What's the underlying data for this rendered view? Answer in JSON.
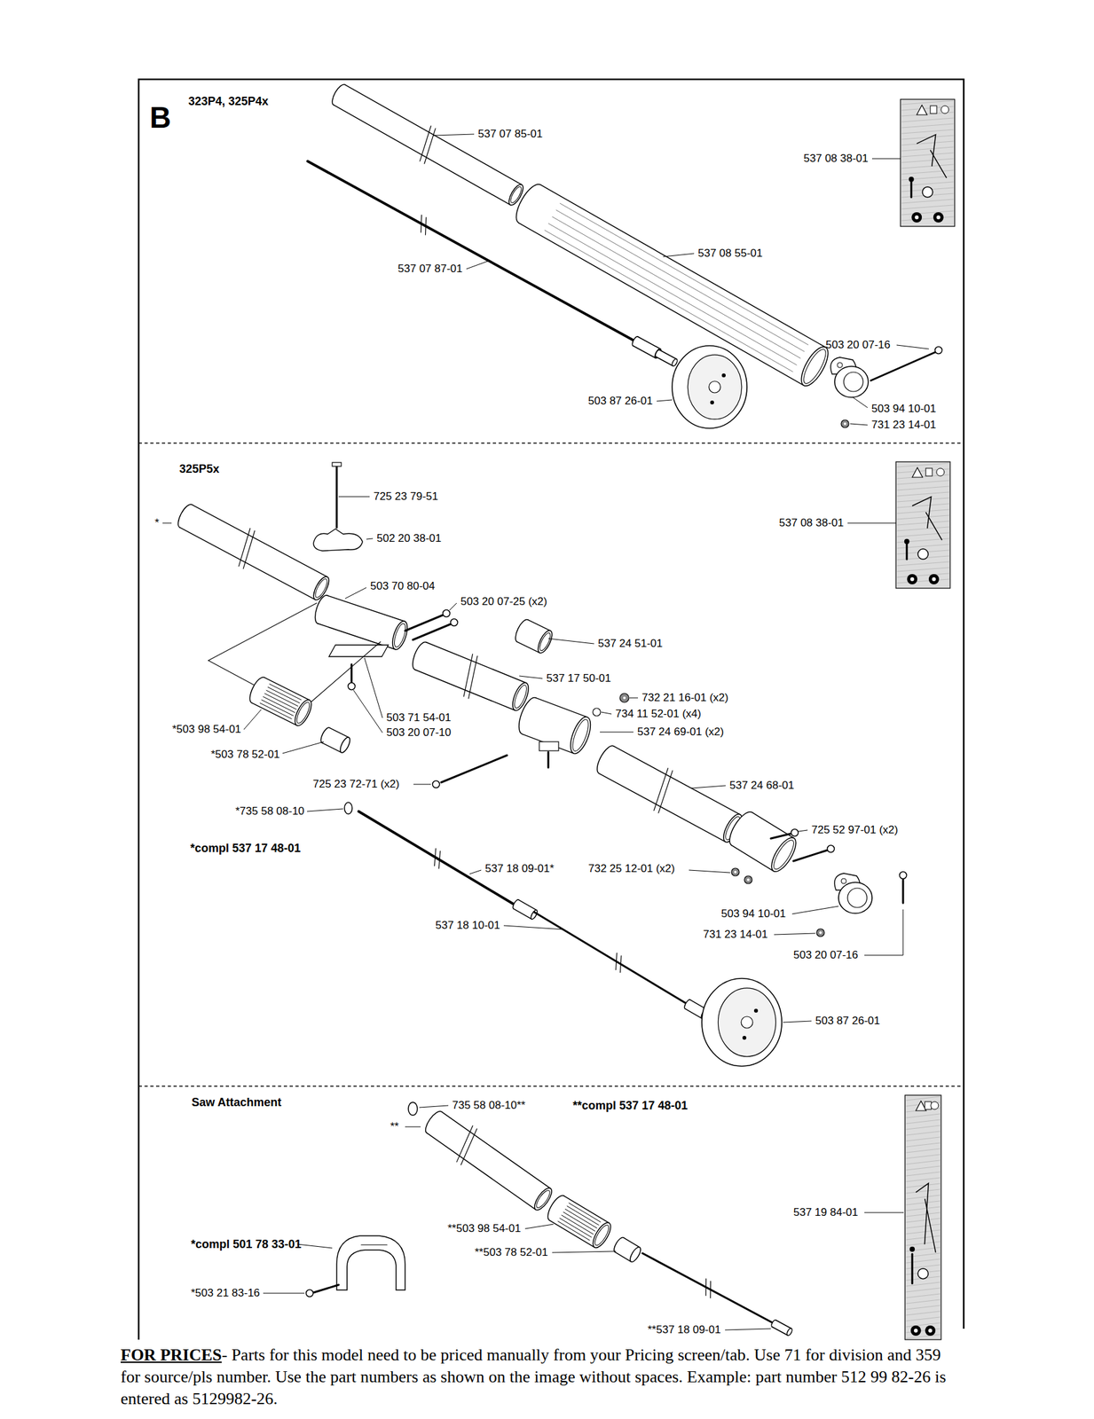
{
  "diagram": {
    "labels": [
      "B",
      "323P4, 325P4x",
      "537 07 85-01",
      "537 08 38-01",
      "537 08 55-01",
      "537 07 87-01",
      "503 20 07-16",
      "503 87 26-01",
      "503 94 10-01",
      "731 23 14-01",
      "325P5x",
      "725 23 79-51",
      "537 08 38-01",
      "*",
      "502 20 38-01",
      "503 70 80-04",
      "503 20 07-25 (x2)",
      "537 24 51-01",
      "537 17 50-01",
      "732 21 16-01 (x2)",
      "734 11 52-01 (x4)",
      "537 24 69-01 (x2)",
      "*503 98 54-01",
      "503 71 54-01",
      "503 20 07-10",
      "*503 78 52-01",
      "725 23 72-71 (x2)",
      "537 24 68-01",
      "*735 58 08-10",
      "725 52 97-01 (x2)",
      "*compl 537 17 48-01",
      "537 18 09-01*",
      "732 25 12-01 (x2)",
      "503 94 10-01",
      "537 18 10-01",
      "731 23 14-01",
      "503 20 07-16",
      "503 87 26-01",
      "Saw Attachment",
      "735 58 08-10**",
      "**compl 537 17 48-01",
      "**",
      "537 19 84-01",
      "**503 98 54-01",
      "*compl 501 78 33-01",
      "**503 78 52-01",
      "*503 21 83-16",
      "**537 18 09-01",
      "FOR PRICES",
      "- Parts for this model need to be priced manually from your Pricing screen/tab. Use 71 for division and 359 for source/pls number. Use the part numbers as shown on the image without spaces. Example: part number 512 99 82-26 is entered as 5129982-26."
    ]
  }
}
